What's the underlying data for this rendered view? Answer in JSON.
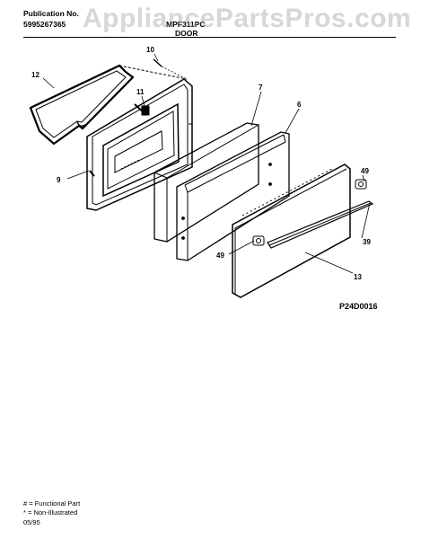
{
  "header": {
    "publication_label": "Publication No.",
    "publication_number": "5995267365",
    "model": "MPF311PC",
    "section": "DOOR"
  },
  "watermark": "AppliancePartsPros.com",
  "diagram": {
    "code": "P24D0016",
    "callouts": [
      "10",
      "12",
      "11",
      "7",
      "6",
      "9",
      "49",
      "39",
      "49",
      "13"
    ]
  },
  "footer": {
    "functional": "# = Functional Part",
    "non_illustrated": "* = Non-Illustrated",
    "date": "05/95"
  }
}
